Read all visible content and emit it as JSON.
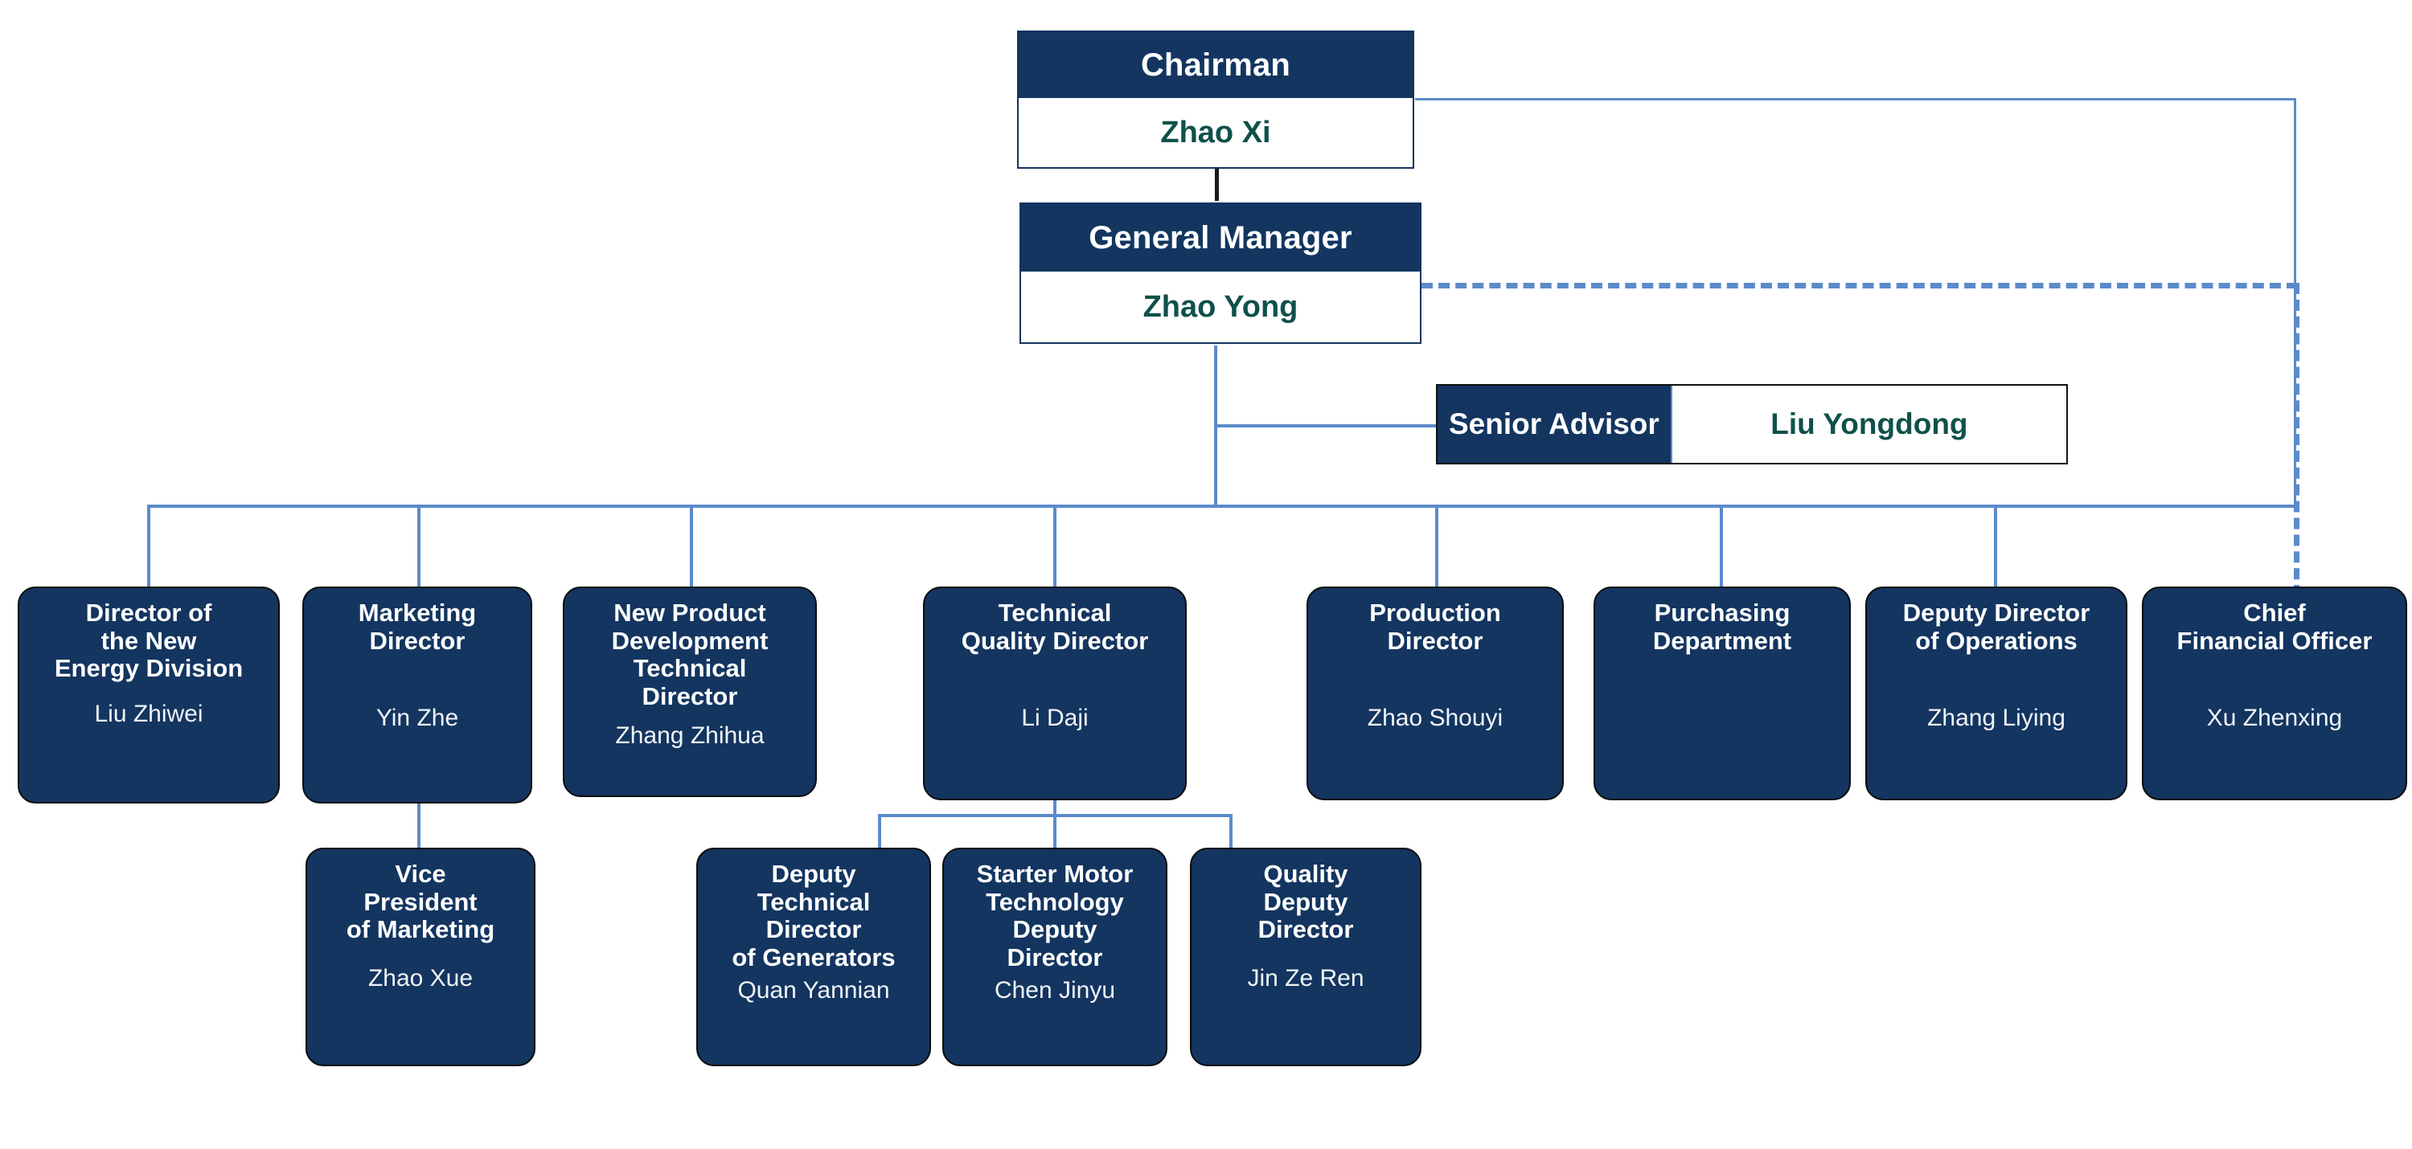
{
  "colors": {
    "box_navy": "#133560",
    "name_green": "#0f514a",
    "connector_blue": "#5b8bc9",
    "text_white": "#ffffff"
  },
  "top": {
    "chairman": {
      "title": "Chairman",
      "name": "Zhao Xi"
    },
    "general_manager": {
      "title": "General Manager",
      "name": "Zhao Yong"
    },
    "senior_advisor": {
      "title": "Senior Advisor",
      "name": "Liu Yongdong"
    }
  },
  "divisions": [
    {
      "title": "Director of\nthe New\nEnergy Division",
      "name": "Liu Zhiwei"
    },
    {
      "title": "Marketing\nDirector",
      "name": "Yin Zhe"
    },
    {
      "title": "New Product\nDevelopment\nTechnical\nDirector",
      "name": "Zhang Zhihua"
    },
    {
      "title": "Technical\nQuality Director",
      "name": "Li Daji"
    },
    {
      "title": "Production\nDirector",
      "name": "Zhao Shouyi"
    },
    {
      "title": "Purchasing\nDepartment",
      "name": ""
    },
    {
      "title": "Deputy Director\nof Operations",
      "name": "Zhang Liying"
    },
    {
      "title": "Chief\nFinancial Officer",
      "name": "Xu Zhenxing"
    }
  ],
  "sub_units": [
    {
      "title": "Vice\nPresident\nof Marketing",
      "name": "Zhao Xue"
    },
    {
      "title": "Deputy\nTechnical\nDirector\nof Generators",
      "name": "Quan Yannian"
    },
    {
      "title": "Starter Motor\nTechnology\nDeputy\nDirector",
      "name": "Chen Jinyu"
    },
    {
      "title": "Quality\nDeputy\nDirector",
      "name": "Jin Ze Ren"
    }
  ]
}
